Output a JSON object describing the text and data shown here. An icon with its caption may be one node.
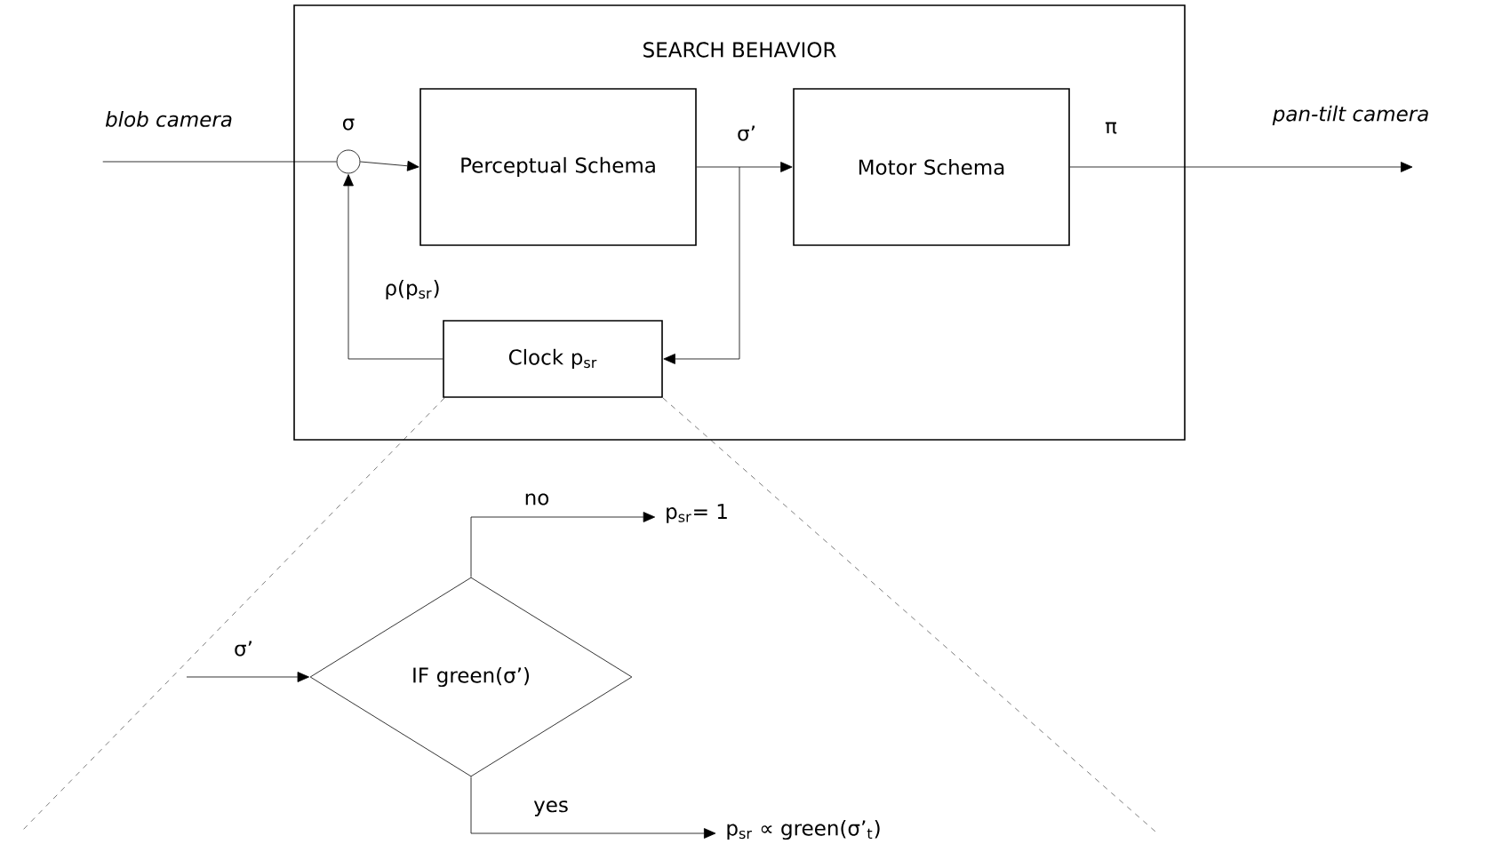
{
  "diagram": {
    "nodes": [
      {
        "text": [
          "SEARCH BEHAVIOR"
        ]
      },
      {
        "text": [
          "blob camera"
        ]
      },
      {
        "text": [],
        "shape": "circle",
        "in": 0,
        "beside": [
          "σ"
        ]
      },
      {
        "text": [
          "Perceptual Schema"
        ],
        "in": 0
      },
      {
        "text": [
          "Motor Schema"
        ],
        "in": 0
      },
      {
        "text": [
          "Clock p$_{sr}$"
        ],
        "in": 0
      },
      {
        "text": [
          "pan-tilt camera"
        ]
      },
      {
        "text": [
          "IF green(σ’)"
        ]
      },
      {
        "text": [
          "p$_{sr}$= 1"
        ]
      },
      {
        "text": [
          "p$_{sr}$ ∝ green(σ’$_{t}$)"
        ]
      }
    ],
    "edges": [
      {
        "from": 1,
        "to": 2,
        "arrow": "none"
      },
      {
        "from": 2,
        "to": 3,
        "arrow": "to"
      },
      {
        "from": 3,
        "to": 4,
        "arrow": "to",
        "label": "σ’"
      },
      {
        "from": 3,
        "to": 5,
        "arrow": "to"
      },
      {
        "from": 5,
        "to": 2,
        "arrow": "to",
        "label": "ρ(p$_{sr}$)"
      },
      {
        "from": 4,
        "to": 6,
        "arrow": "to",
        "label": "π"
      },
      {
        "from": null,
        "to": 7,
        "arrow": "to",
        "label": "σ’"
      },
      {
        "from": 7,
        "to": 8,
        "arrow": "to",
        "label": "no"
      },
      {
        "from": 7,
        "to": 9,
        "arrow": "to",
        "label": "yes"
      }
    ]
  }
}
